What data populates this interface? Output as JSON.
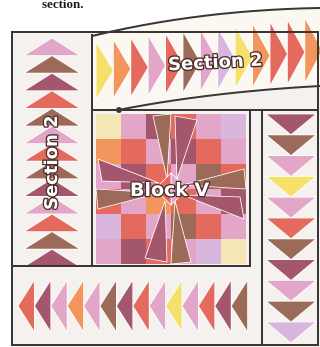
{
  "caption_fragment": "section.",
  "labels": {
    "section_top": "Section 2",
    "section_left": "Section 2",
    "block": "Block V"
  },
  "colors": {
    "outline": "#3a3636",
    "background": "#f4f1ee",
    "red": "#e36a5c",
    "pink": "#e2a6c9",
    "brown": "#9c6a58",
    "plum": "#a4566d",
    "orange": "#f2965e",
    "yellow": "#f4e06a",
    "cream": "#f5e6b6",
    "lilac": "#d9b6de"
  },
  "left_column_palette": [
    "pink",
    "brown",
    "plum",
    "red",
    "brown",
    "pink",
    "red",
    "brown",
    "plum",
    "pink",
    "red",
    "brown",
    "plum"
  ],
  "right_column_palette": [
    "plum",
    "brown",
    "pink",
    "yellow",
    "pink",
    "red",
    "brown",
    "plum",
    "pink",
    "brown",
    "lilac"
  ],
  "bottom_row_palette": [
    "red",
    "plum",
    "pink",
    "orange",
    "pink",
    "brown",
    "plum",
    "red",
    "pink",
    "yellow",
    "pink",
    "red",
    "plum",
    "brown"
  ],
  "top_row_palette": [
    "yellow",
    "orange",
    "red",
    "pink",
    "red",
    "brown",
    "pink",
    "lilac",
    "yellow",
    "orange",
    "red",
    "red",
    "orange"
  ]
}
